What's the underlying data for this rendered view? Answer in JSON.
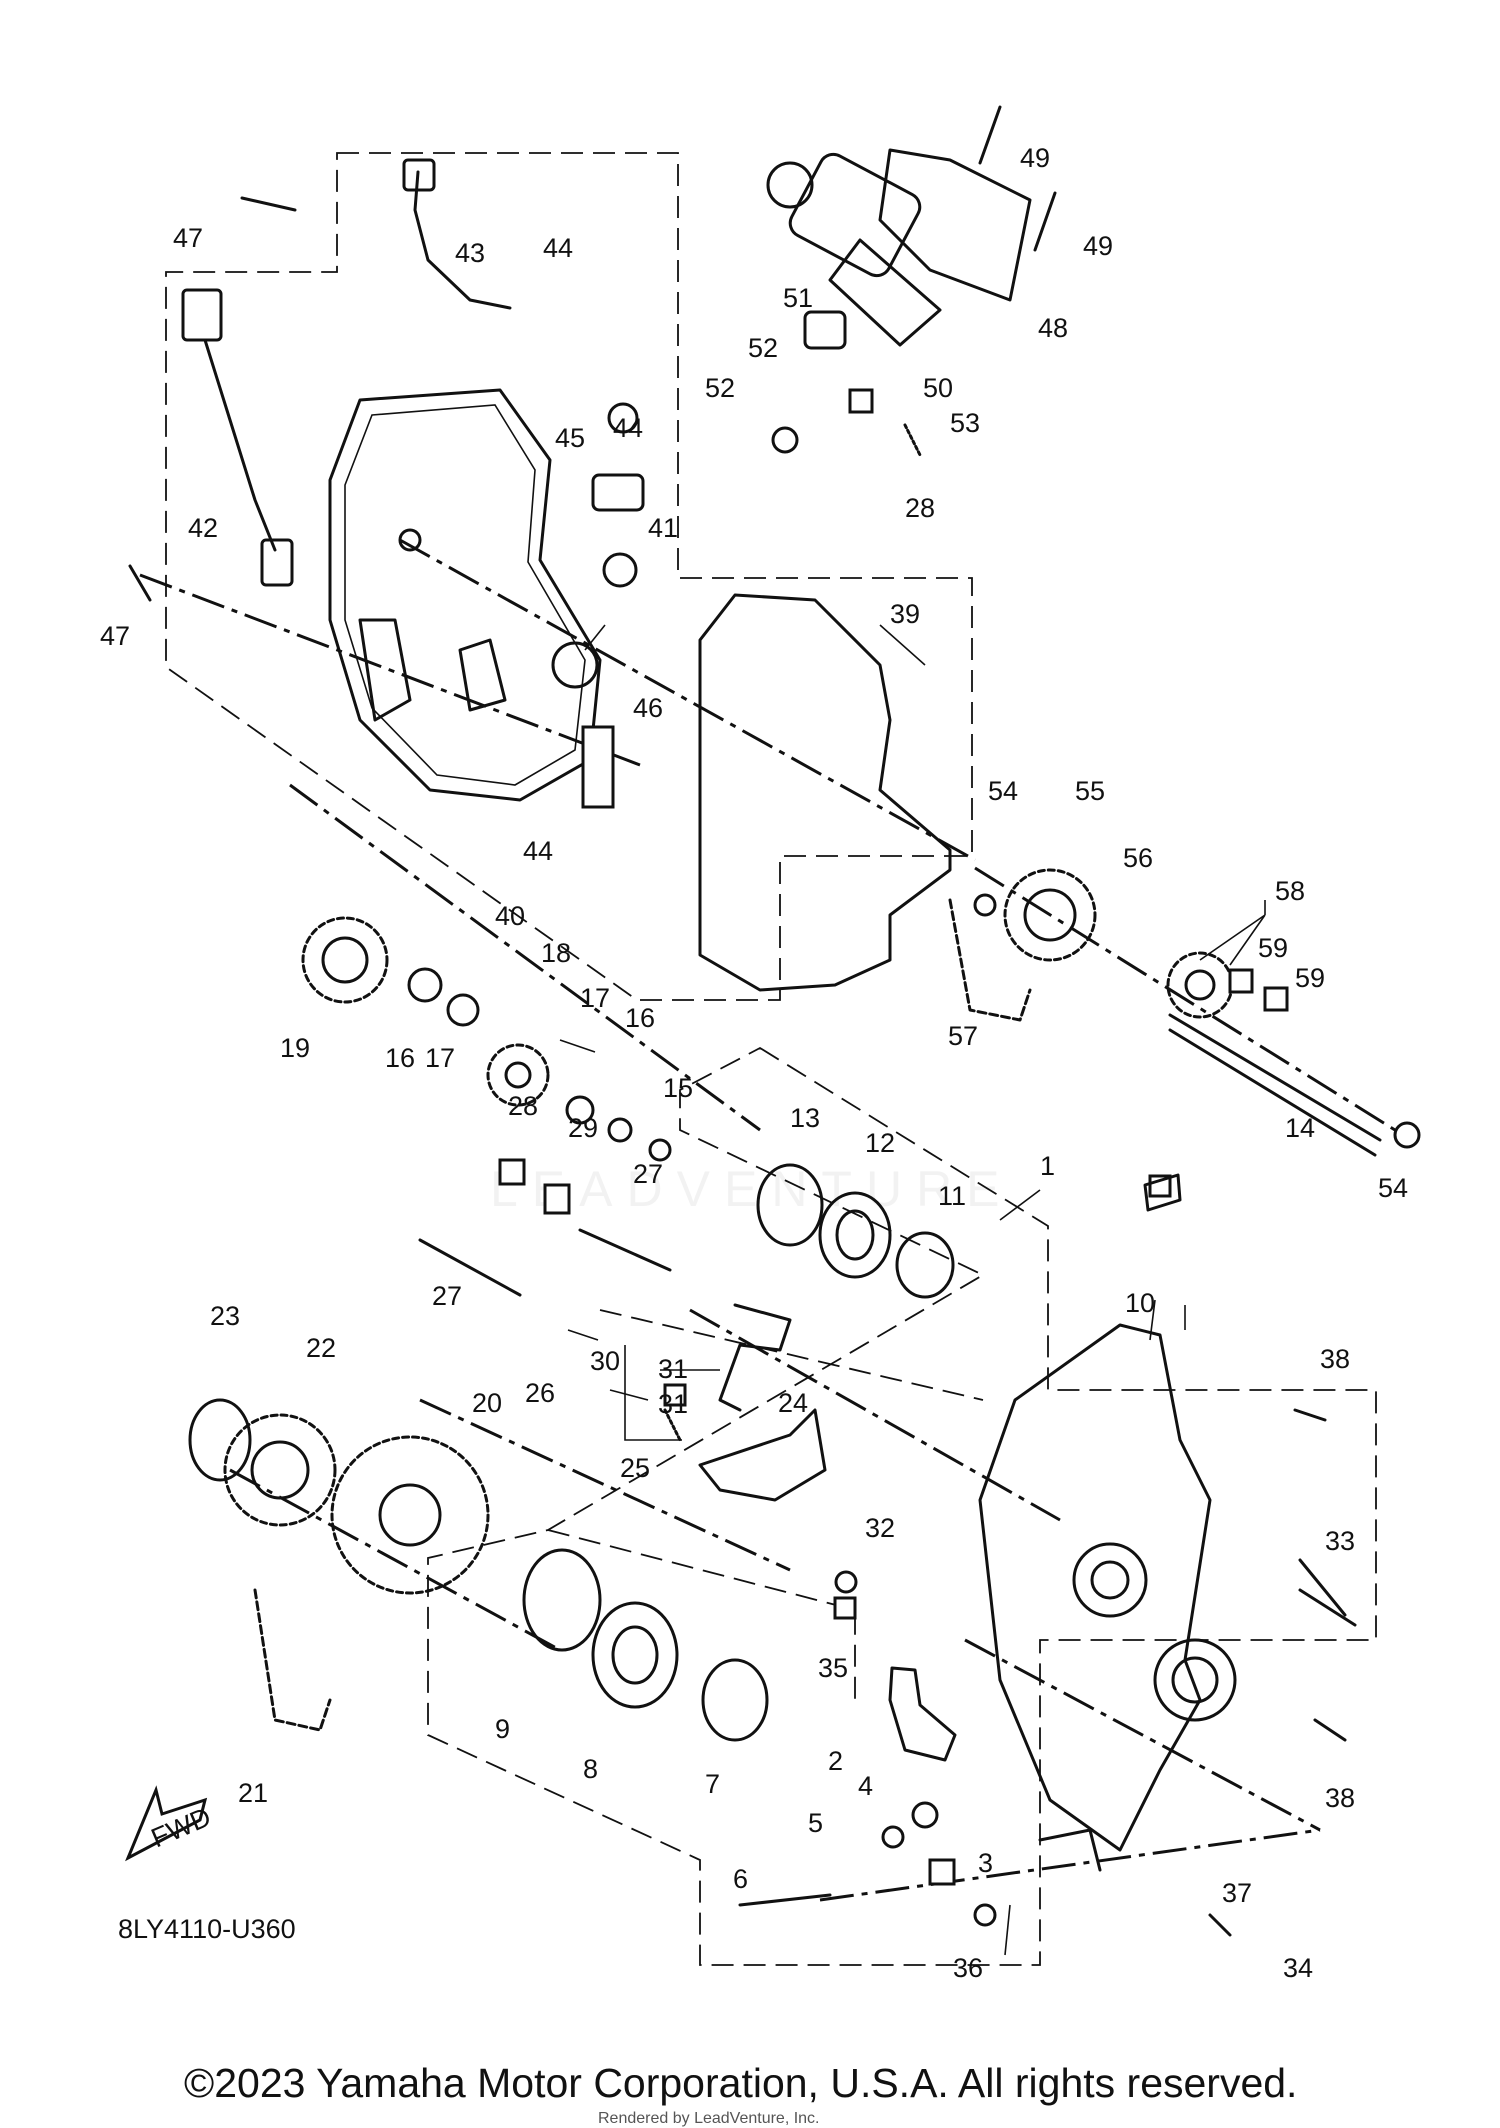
{
  "diagram": {
    "page_code": "8LY4110-U360",
    "direction_label": "FWD",
    "copyright": "©2023 Yamaha Motor Corporation, U.S.A. All rights reserved.",
    "rendered_by": "Rendered by LeadVenture, Inc.",
    "watermark": "LEADVENTURE",
    "callouts": [
      "1",
      "2",
      "3",
      "4",
      "5",
      "6",
      "7",
      "8",
      "9",
      "10",
      "11",
      "12",
      "13",
      "14",
      "15",
      "16",
      "16",
      "17",
      "17",
      "18",
      "19",
      "20",
      "21",
      "22",
      "23",
      "24",
      "25",
      "26",
      "27",
      "27",
      "28",
      "28",
      "29",
      "30",
      "31",
      "31",
      "32",
      "33",
      "34",
      "35",
      "36",
      "37",
      "38",
      "38",
      "39",
      "40",
      "41",
      "42",
      "43",
      "44",
      "44",
      "44",
      "45",
      "46",
      "47",
      "47",
      "48",
      "49",
      "49",
      "50",
      "51",
      "52",
      "52",
      "53",
      "54",
      "54",
      "55",
      "56",
      "57",
      "58",
      "59",
      "59"
    ]
  }
}
